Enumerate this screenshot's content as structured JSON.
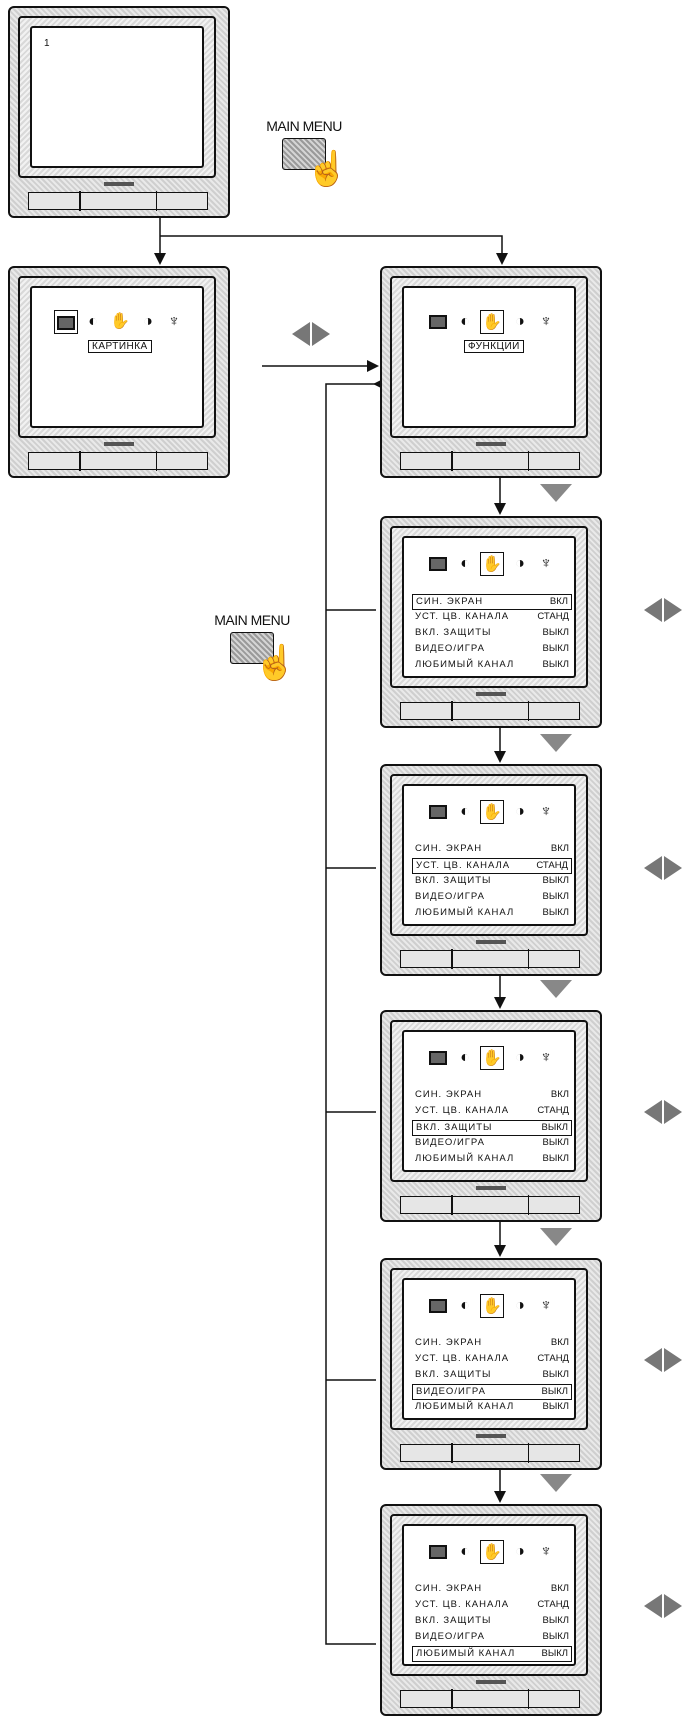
{
  "main_button_label": "MAIN MENU",
  "channel_number": "1",
  "menu_labels": {
    "picture": "КАРТИНКА",
    "functions": "ФУНКЦИИ"
  },
  "icons": [
    "picture-icon",
    "sound-icon",
    "functions-icon",
    "install-icon",
    "tuning-icon"
  ],
  "menu_items": [
    {
      "label": "СИН. ЭКРАН",
      "value": "ВКЛ"
    },
    {
      "label": "УСТ. ЦВ. КАНАЛА",
      "value": "СТАНД"
    },
    {
      "label": "ВКЛ. ЗАЩИТЫ",
      "value": "ВЫКЛ"
    },
    {
      "label": "ВИДЕО/ИГРА",
      "value": "ВЫКЛ"
    },
    {
      "label": "ЛЮБИМЫЙ КАНАЛ",
      "value": "ВЫКЛ"
    }
  ],
  "colors": {
    "arrow_fill": "#777777",
    "line": "#111111"
  }
}
